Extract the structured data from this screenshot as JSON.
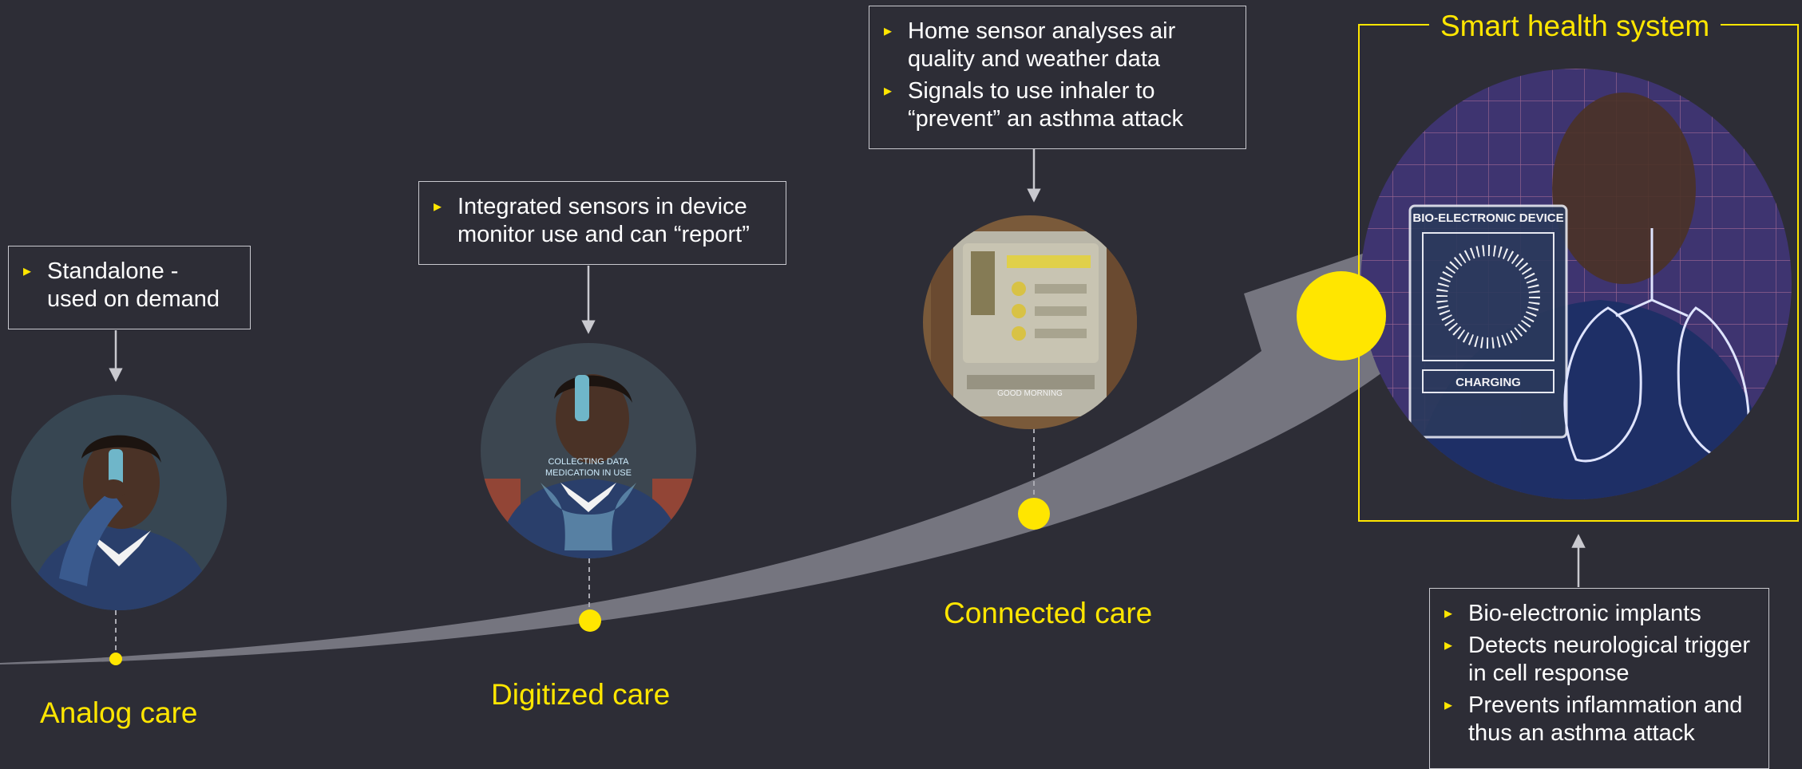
{
  "stages": {
    "analog": {
      "label": "Analog care",
      "bullets": [
        "Standalone -\nused on demand"
      ]
    },
    "digitized": {
      "label": "Digitized care",
      "bullets": [
        "Integrated sensors in device monitor use and can “report”"
      ],
      "image_text": [
        "COLLECTING DATA",
        "MEDICATION IN USE"
      ]
    },
    "connected": {
      "label": "Connected care",
      "bullets": [
        "Home sensor analyses air quality and weather data",
        " Signals to use inhaler to “prevent” an asthma attack"
      ],
      "image_text": [
        "GOOD MORNING"
      ]
    },
    "smart": {
      "label": "Smart health system",
      "bullets": [
        "Bio-electronic implants",
        "Detects neurological trigger in cell response",
        "Prevents inflammation and thus an asthma attack"
      ],
      "image_text": [
        "BIO-ELECTRONIC DEVICE",
        "CHARGING"
      ]
    }
  },
  "colors": {
    "background": "#2d2d36",
    "accent": "#ffe600",
    "curve": "#75757f",
    "text": "#ffffff"
  }
}
